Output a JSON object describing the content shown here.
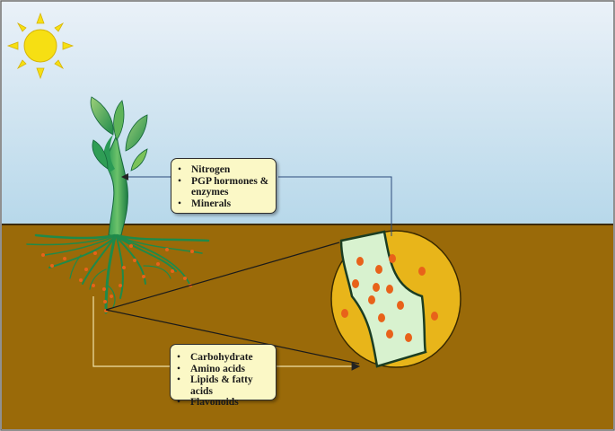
{
  "diagram": {
    "top_box": {
      "items": [
        {
          "bullet": "•",
          "text": "Nitrogen"
        },
        {
          "bullet": "•",
          "text": "PGP hormones &"
        },
        {
          "bullet": "",
          "text": "enzymes"
        },
        {
          "bullet": "•",
          "text": "Minerals"
        }
      ]
    },
    "bottom_box": {
      "items": [
        {
          "bullet": "•",
          "text": "Carbohydrate"
        },
        {
          "bullet": "•",
          "text": "Amino acids"
        },
        {
          "bullet": "•",
          "text": "Lipids & fatty acids"
        },
        {
          "bullet": "•",
          "text": "Flavonoids"
        }
      ]
    },
    "colors": {
      "sky_top": "#e6eef8",
      "sky_bottom": "#b9d9ea",
      "soil": "#9a6a09",
      "sun": "#f6df13",
      "plant_dark": "#1b7f45",
      "plant_light": "#7bc25a",
      "root_zone_circle": "#e8b51a",
      "root_cell": "#d8f2cf",
      "bacteria": "#e8621a",
      "box_fill": "#fbf8c6"
    }
  }
}
